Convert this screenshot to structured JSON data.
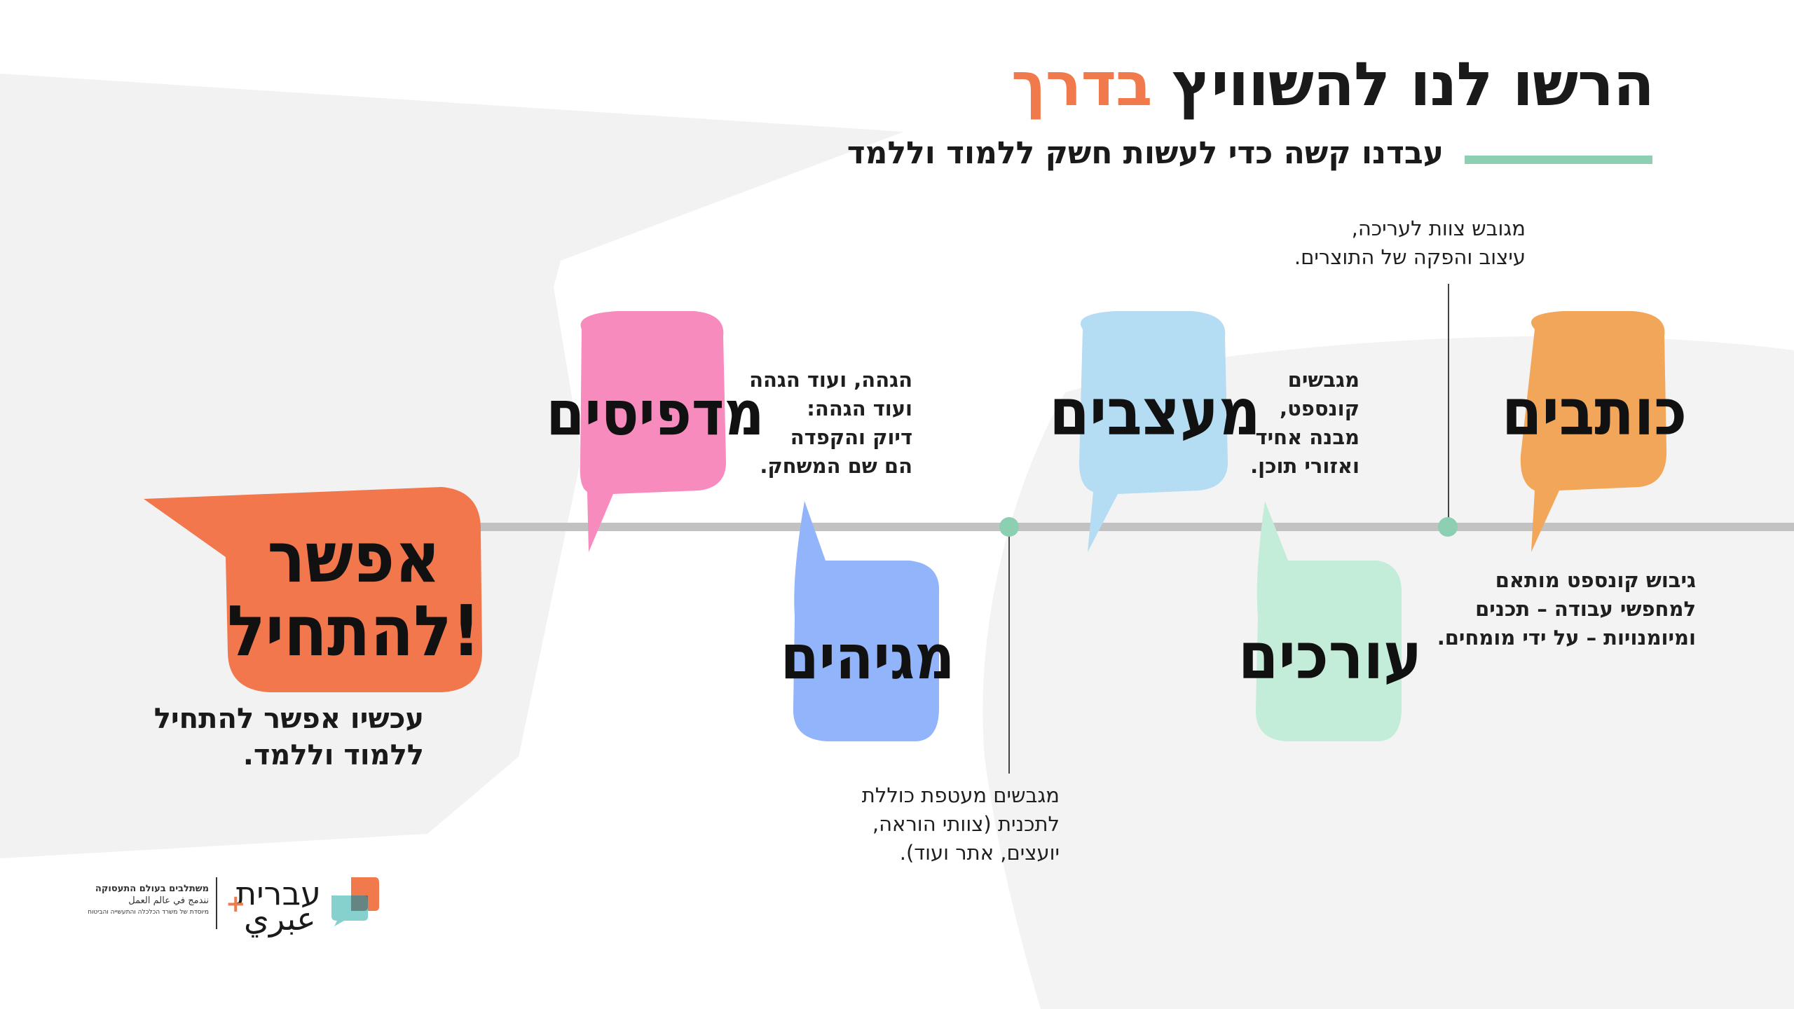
{
  "title": {
    "main": "הרשו לנו להשוויץ",
    "accent": "בדרך",
    "accent_color": "#f07a4c"
  },
  "subtitle": "עבדנו קשה כדי לעשות חשק ללמוד וללמד",
  "bubbles": [
    {
      "id": "writers",
      "label": "כותבים",
      "color": "#f2a65a"
    },
    {
      "id": "designers",
      "label": "מעצבים",
      "color": "#b4dcf3"
    },
    {
      "id": "printers",
      "label": "מדפיסים",
      "color": "#f78bbd"
    },
    {
      "id": "editors",
      "label": "עורכים",
      "color": "#c3edd9"
    },
    {
      "id": "proofreaders",
      "label": "מגיהים",
      "color": "#92b4fb"
    },
    {
      "id": "start",
      "label_lines": [
        "אפשר",
        "להתחיל!"
      ],
      "color": "#f2774c"
    }
  ],
  "notes": {
    "team": [
      "מגובש צוות לעריכה,",
      "עיצוב והפקה של התוצרים."
    ],
    "concept": [
      "מגבשים",
      "קונספט,",
      "מבנה אחיד",
      "ואזורי תוכן."
    ],
    "proof": [
      "הגהה, ועוד הגהה",
      "ועוד הגהה:",
      "דיוק והקפדה",
      "הם שם המשחק."
    ],
    "writers_desc": [
      "גיבוש קונספט מותאם",
      "למחפשי עבודה – תכנים",
      "ומיומנויות – על ידי מומחים."
    ],
    "envelope": [
      "מגבשים מעטפת כוללת",
      "לתכנית (צוותי הוראה,",
      "יועצים, אתר ועוד)."
    ]
  },
  "caption": [
    "עכשיו אפשר להתחיל",
    "ללמוד וללמד."
  ],
  "logo": {
    "hebrew": "עברית",
    "arabic": "عبري",
    "plus": "+",
    "tagline": [
      "משתלבים בעולם התעסוקה",
      "نندمج في عالم العمل",
      "מיוסדת של משרד הכלכלה והתעשייה והביטוח"
    ]
  },
  "colors": {
    "timeline": "#c2c2c2",
    "dot": "#8ccfb3",
    "accent_line": "#8ccfb3"
  }
}
